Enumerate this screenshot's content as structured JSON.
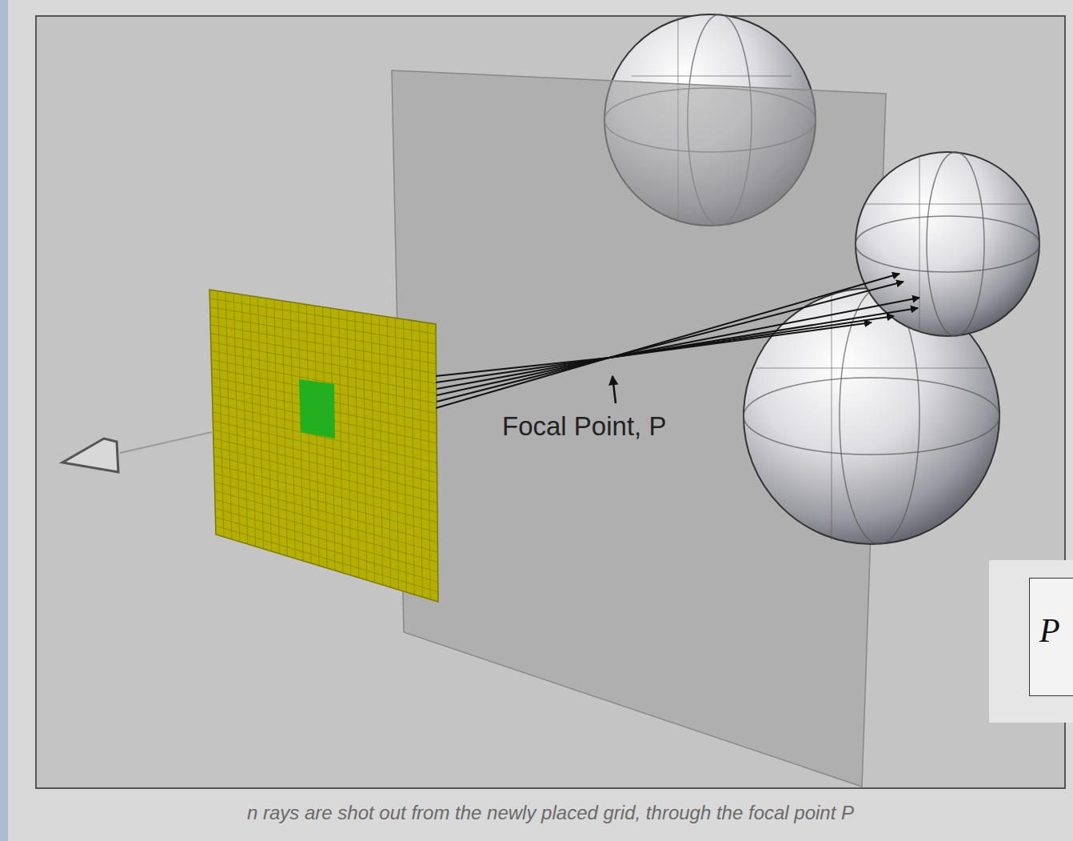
{
  "diagram": {
    "caption": "n rays are shot out from the newly placed grid, through the focal point P",
    "nodes": [
      {
        "text": [
          "P"
        ]
      }
    ],
    "labels": [
      "Focal Point, P"
    ]
  }
}
